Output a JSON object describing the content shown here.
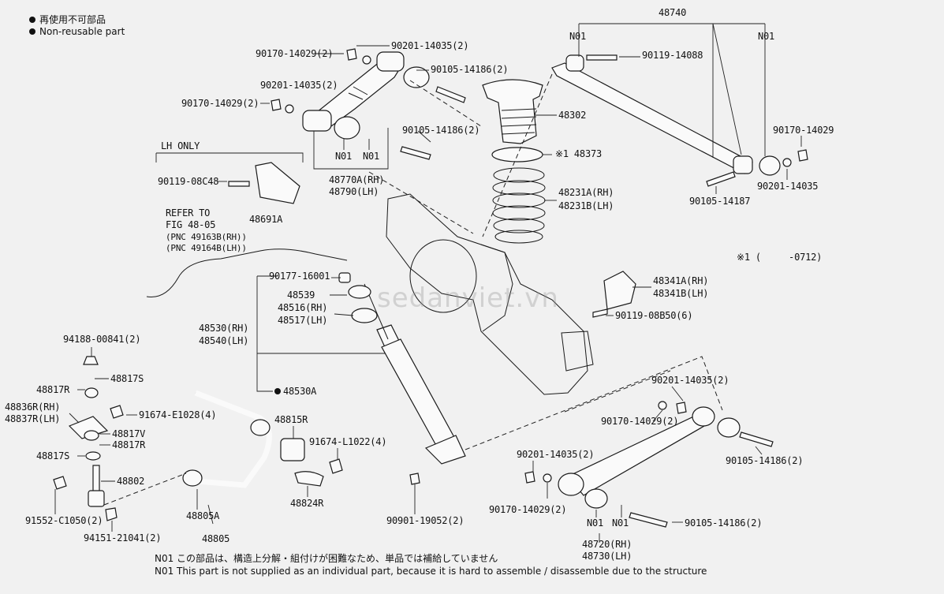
{
  "legend": {
    "items": [
      {
        "icon": "filled-dot",
        "text": "再使用不可部品"
      },
      {
        "icon": "filled-dot",
        "text": "Non-reusable part"
      }
    ]
  },
  "callouts": {
    "assy_48740": "48740",
    "n01_a": "N01",
    "n01_b": "N01",
    "bolt_90119_14088": "90119-14088",
    "nut_90170_14029_top": "90170-14029(2)",
    "washer_90201_14035_top": "90201-14035(2)",
    "bolt_90105_14186_top": "90105-14186(2)",
    "washer_90201_14035_mid": "90201-14035(2)",
    "nut_90170_14029_mid": "90170-14029(2)",
    "bolt_90105_14186_mid": "90105-14186(2)",
    "n01_c": "N01",
    "n01_d": "N01",
    "arm_48770a": "48770A(RH)",
    "arm_48790": "48790(LH)",
    "lh_only": "LH ONLY",
    "bolt_90119_08c48": "90119-08C48",
    "bracket_48691a": "48691A",
    "refer_line1": "REFER TO",
    "refer_line2": "FIG 48-05",
    "refer_line3": "(PNC 49163B(RH))",
    "refer_line4": "(PNC 49164B(LH))",
    "bumper_48302": "48302",
    "insulator_48373": "※1 48373",
    "spring_48231a": "48231A(RH)",
    "spring_48231b": "48231B(LH)",
    "nut_90170_14029_right": "90170-14029",
    "washer_90201_14035_right": "90201-14035",
    "bolt_90105_14187": "90105-14187",
    "footnote_ref": "※1 (     -0712)",
    "nut_90177_16001": "90177-16001",
    "cushion_48539": "48539",
    "retainer_48516": "48516(RH)",
    "retainer_48517": "48517(LH)",
    "bracket_48341a": "48341A(RH)",
    "bracket_48341b": "48341B(LH)",
    "bolt_90119_08b50": "90119-08B50(6)",
    "shock_48530": "48530(RH)",
    "shock_48540": "48540(LH)",
    "shock_48530a": "48530A",
    "nut_94188_00841": "94188-00841(2)",
    "cushion_48817s_top": "48817S",
    "retainer_48817r_left": "48817R",
    "link_48836r": "48836R(RH)",
    "link_48837r": "48837R(LH)",
    "bolt_91674_e1028": "91674-E1028(4)",
    "cushion_48817v": "48817V",
    "retainer_48817r_right": "48817R",
    "cushion_48817s_bot": "48817S",
    "rod_48802": "48802",
    "bolt_91552_c1050": "91552-C1050(2)",
    "nut_94151_21041": "94151-21041(2)",
    "bushing_48815r": "48815R",
    "bolt_91674_l1022": "91674-L1022(4)",
    "bracket_48824r": "48824R",
    "bar_48805a": "48805A",
    "bar_48805": "48805",
    "bolt_90901_19052": "90901-19052(2)",
    "washer_90201_14035_lower": "90201-14035(2)",
    "nut_90170_14029_lower": "90170-14029(2)",
    "bolt_90105_14186_lower": "90105-14186(2)",
    "washer_90201_14035_low2": "90201-14035(2)",
    "nut_90170_14029_low2": "90170-14029(2)",
    "n01_e": "N01",
    "n01_f": "N01",
    "bolt_90105_14186_low2": "90105-14186(2)",
    "arm_48720": "48720(RH)",
    "arm_48730": "48730(LH)"
  },
  "notes": {
    "jp": "N01  この部品は、構造上分解・組付けが困難なため、単品では補給していません",
    "en": "N01  This part is not supplied as an individual part, because it is hard to assemble / disassemble due to the structure"
  },
  "watermark": "sedanviet.vn"
}
